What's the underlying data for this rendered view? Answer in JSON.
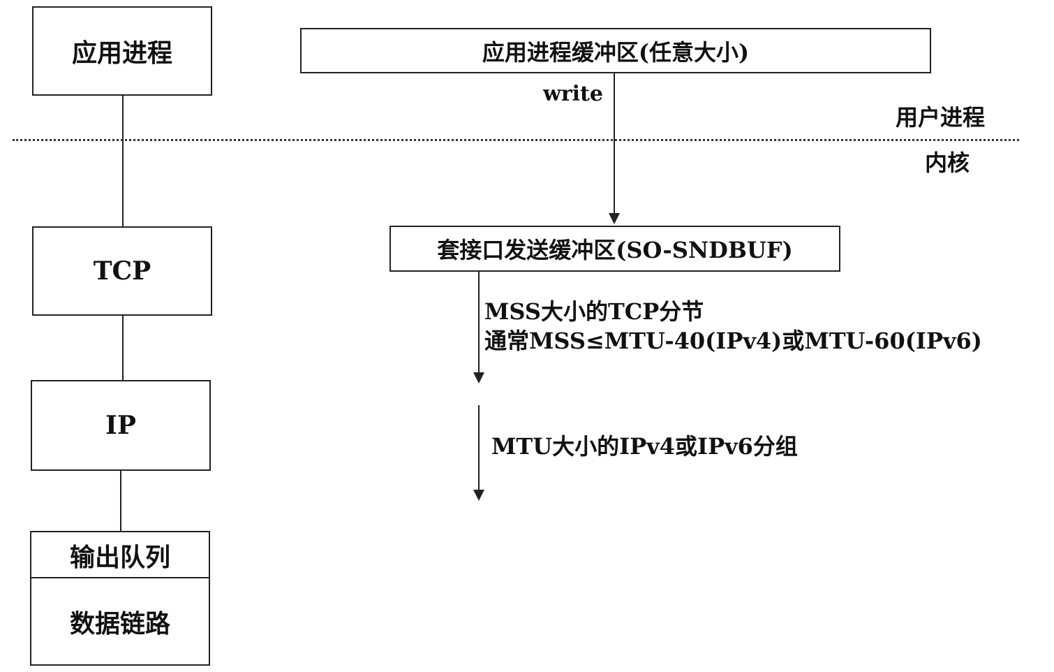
{
  "left_stack": {
    "app_process": "应用进程",
    "tcp": "TCP",
    "ip": "IP",
    "output_queue": "输出队列",
    "datalink": "数据链路"
  },
  "right_flow": {
    "app_buffer": "应用进程缓冲区(任意大小)",
    "write_label": "write",
    "socket_buffer": "套接口发送缓冲区(SO-SNDBUF)",
    "tcp_segment_line1": "MSS大小的TCP分节",
    "tcp_segment_line2": "通常MSS≤MTU-40(IPv4)或MTU-60(IPv6)",
    "ip_packet": "MTU大小的IPv4或IPv6分组"
  },
  "regions": {
    "user_process": "用户进程",
    "kernel": "内核"
  }
}
